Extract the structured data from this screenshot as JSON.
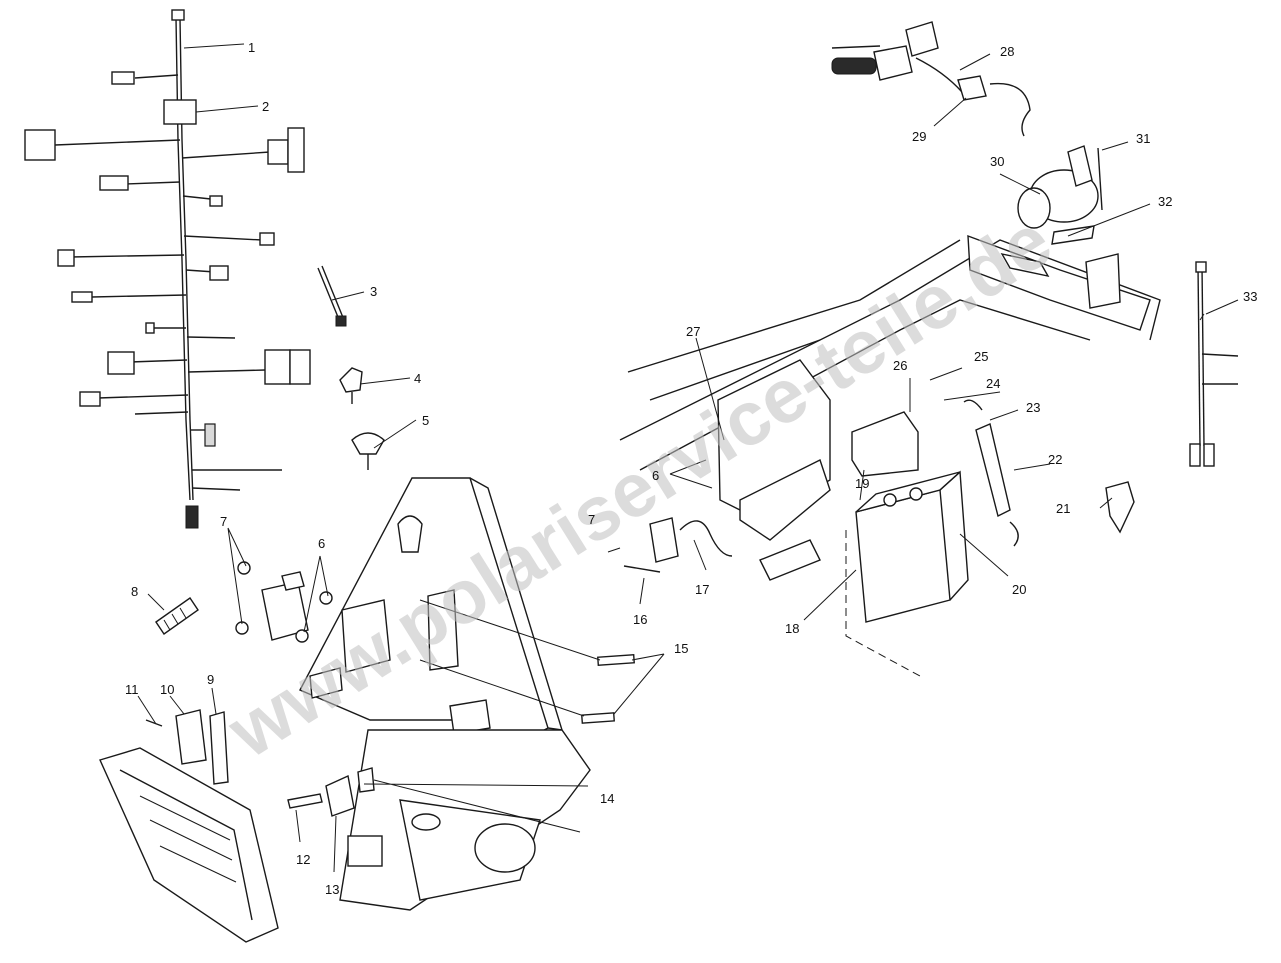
{
  "watermark": "www.polariservice-teile.de",
  "callouts": {
    "c1": "1",
    "c2": "2",
    "c3": "3",
    "c4": "4",
    "c5": "5",
    "c6a": "6",
    "c6b": "6",
    "c7a": "7",
    "c7b": "7",
    "c8": "8",
    "c9": "9",
    "c10": "10",
    "c11": "11",
    "c12": "12",
    "c13": "13",
    "c14": "14",
    "c15": "15",
    "c16": "16",
    "c17": "17",
    "c18": "18",
    "c19": "19",
    "c20": "20",
    "c21": "21",
    "c22": "22",
    "c23": "23",
    "c24": "24",
    "c25": "25",
    "c26": "26",
    "c27": "27",
    "c28": "28",
    "c29": "29",
    "c30": "30",
    "c31": "31",
    "c32": "32",
    "c33": "33"
  }
}
